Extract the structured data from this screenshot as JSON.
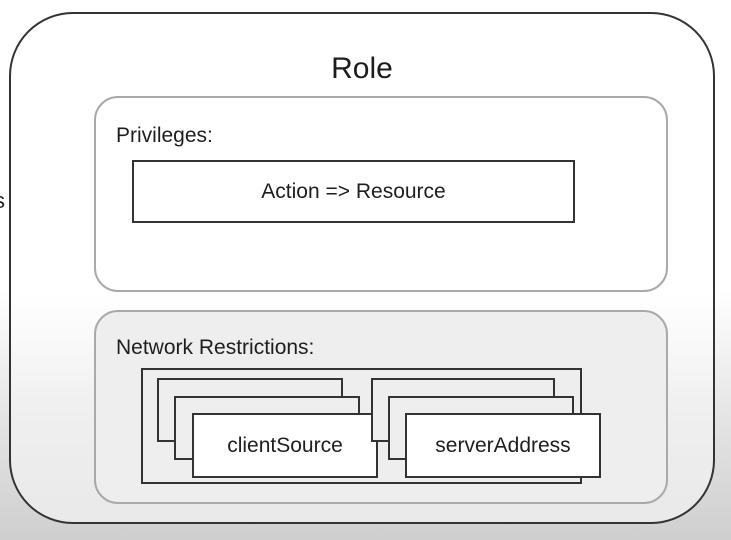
{
  "diagram": {
    "title": "Role",
    "edge_glyph": "s",
    "privileges": {
      "label": "Privileges:",
      "item": "Action => Resource"
    },
    "network_restrictions": {
      "label": "Network Restrictions:",
      "client_source": "clientSource",
      "server_address": "serverAddress"
    }
  }
}
